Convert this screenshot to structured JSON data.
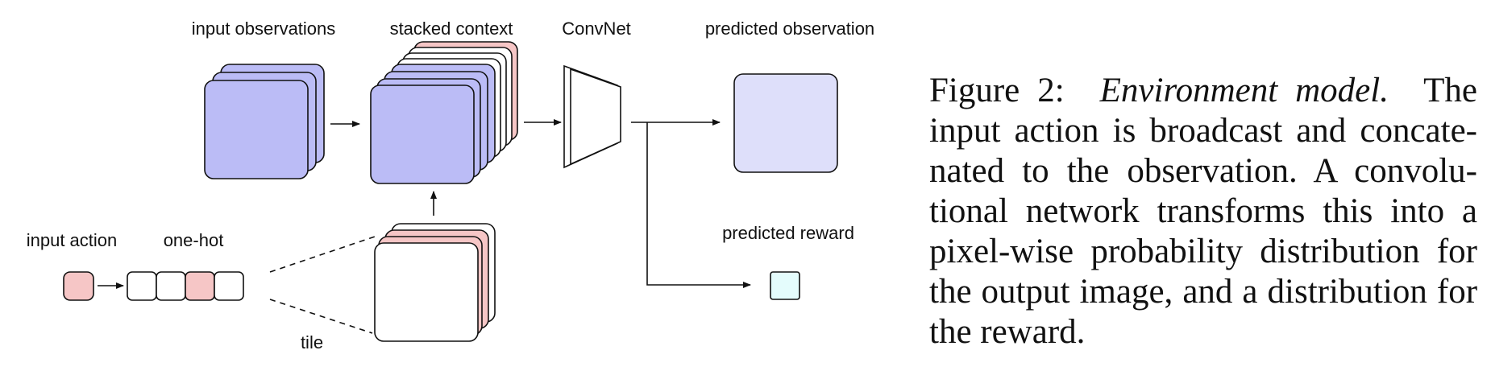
{
  "diagram": {
    "labels": {
      "input_observations": "input observations",
      "stacked_context": "stacked context",
      "convnet": "ConvNet",
      "predicted_observation": "predicted observation",
      "input_action": "input action",
      "one_hot": "one-hot",
      "predicted_reward": "predicted reward",
      "tile": "tile"
    },
    "colors": {
      "observation_fill": "#bbbcf6",
      "action_fill": "#f6c6c6",
      "prediction_fill": "#dedffa",
      "reward_fill": "#e4fcfc",
      "stroke": "#111111"
    }
  },
  "caption": {
    "label": "Figure 2:",
    "title": "Environment model.",
    "body_lines": [
      "The",
      "input action is broadcast and concate-",
      "nated to the observation. A convolu-",
      "tional network transforms this into a",
      "pixel-wise probability distribution for",
      "the output image, and a distribution",
      "for the reward."
    ]
  }
}
